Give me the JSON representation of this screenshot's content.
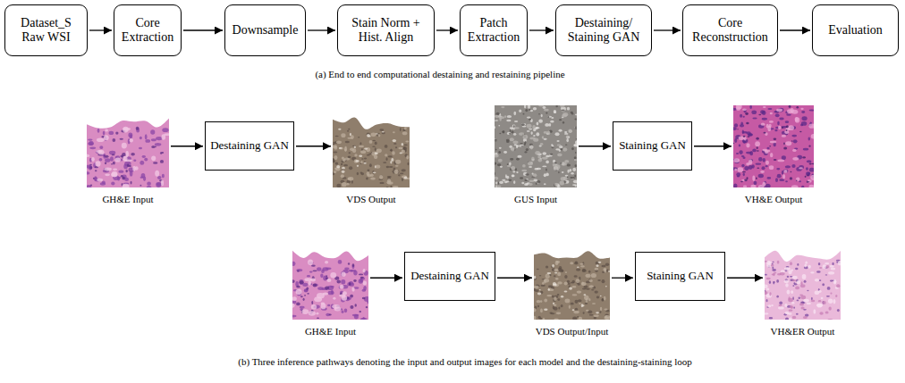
{
  "diagram": {
    "nodes": [
      {
        "text": [
          "Dataset_S Raw WSI"
        ]
      },
      {
        "text": [
          "Core Extraction"
        ]
      },
      {
        "text": [
          "Downsample"
        ]
      },
      {
        "text": [
          "Stain Norm + Hist. Align"
        ]
      },
      {
        "text": [
          "Patch Extraction"
        ]
      },
      {
        "text": [
          "Destaining/ Staining GAN"
        ]
      },
      {
        "text": [
          "Core Reconstruction"
        ]
      },
      {
        "text": [
          "Evaluation"
        ]
      },
      {
        "text": [
          "GH&E Input"
        ]
      },
      {
        "text": [
          "Destaining GAN"
        ]
      },
      {
        "text": [
          "VDS Output"
        ]
      },
      {
        "text": [
          "GUS Input"
        ]
      },
      {
        "text": [
          "Staining GAN"
        ]
      },
      {
        "text": [
          "VH&E Output"
        ]
      },
      {
        "text": [
          "GH&E Input"
        ]
      },
      {
        "text": [
          "Destaining GAN"
        ]
      },
      {
        "text": [
          "VDS Output/Input"
        ]
      },
      {
        "text": [
          "Staining GAN"
        ]
      },
      {
        "text": [
          "VH&ER Output"
        ]
      }
    ],
    "edges": [
      {
        "from": 0,
        "to": 1,
        "arrow": "to"
      },
      {
        "from": 1,
        "to": 2,
        "arrow": "to"
      },
      {
        "from": 2,
        "to": 3,
        "arrow": "to"
      },
      {
        "from": 3,
        "to": 4,
        "arrow": "to"
      },
      {
        "from": 4,
        "to": 5,
        "arrow": "to"
      },
      {
        "from": 5,
        "to": 6,
        "arrow": "to"
      },
      {
        "from": 6,
        "to": 7,
        "arrow": "to"
      },
      {
        "from": 8,
        "to": 9,
        "arrow": "to"
      },
      {
        "from": 9,
        "to": 10,
        "arrow": "to"
      },
      {
        "from": 11,
        "to": 12,
        "arrow": "to"
      },
      {
        "from": 12,
        "to": 13,
        "arrow": "to"
      },
      {
        "from": 14,
        "to": 15,
        "arrow": "to"
      },
      {
        "from": 15,
        "to": 16,
        "arrow": "to"
      },
      {
        "from": 16,
        "to": 17,
        "arrow": "to"
      },
      {
        "from": 17,
        "to": 18,
        "arrow": "to"
      }
    ],
    "labels": [
      "(a) End to end computational destaining and restaining pipeline",
      "(b) Three inference pathways denoting the input and output images for each model and the destaining-staining loop"
    ]
  }
}
